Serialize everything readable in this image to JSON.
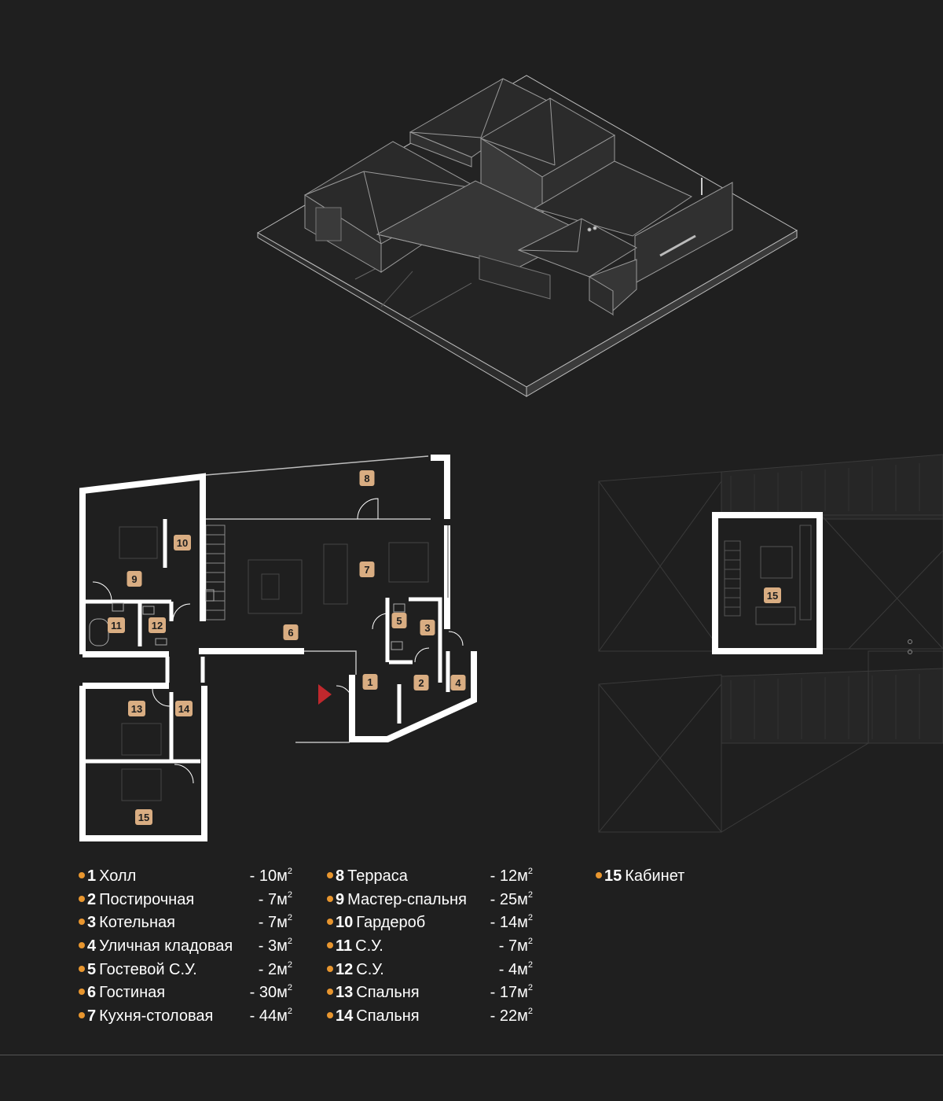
{
  "colors": {
    "background": "#1f1f1f",
    "accent_dot": "#e8962f",
    "badge": "#d9ad82",
    "wall": "#ffffff",
    "entrance_arrow": "#c0282d"
  },
  "rooms": [
    {
      "num": "1",
      "name": "Холл",
      "area": "- 10м",
      "sup": "2"
    },
    {
      "num": "2",
      "name": "Постирочная",
      "area": "- 7м",
      "sup": "2"
    },
    {
      "num": "3",
      "name": "Котельная",
      "area": "- 7м",
      "sup": "2"
    },
    {
      "num": "4",
      "name": "Уличная кладовая",
      "area": "- 3м",
      "sup": "2"
    },
    {
      "num": "5",
      "name": "Гостевой С.У.",
      "area": "- 2м",
      "sup": "2"
    },
    {
      "num": "6",
      "name": "Гостиная",
      "area": "- 30м",
      "sup": "2"
    },
    {
      "num": "7",
      "name": "Кухня-столовая",
      "area": "- 44м",
      "sup": "2"
    },
    {
      "num": "8",
      "name": "Терраса",
      "area": "- 12м",
      "sup": "2"
    },
    {
      "num": "9",
      "name": "Мастер-спальня",
      "area": "- 25м",
      "sup": "2"
    },
    {
      "num": "10",
      "name": "Гардероб",
      "area": "- 14м",
      "sup": "2"
    },
    {
      "num": "11",
      "name": "С.У.",
      "area": "- 7м",
      "sup": "2"
    },
    {
      "num": "12",
      "name": "С.У.",
      "area": "- 4м",
      "sup": "2"
    },
    {
      "num": "13",
      "name": "Спальня",
      "area": "- 17м",
      "sup": "2"
    },
    {
      "num": "14",
      "name": "Спальня",
      "area": "- 22м",
      "sup": "2"
    },
    {
      "num": "15",
      "name": "Кабинет",
      "area": "",
      "sup": ""
    }
  ],
  "legend_columns": [
    [
      0,
      1,
      2,
      3,
      4,
      5,
      6
    ],
    [
      7,
      8,
      9,
      10,
      11,
      12,
      13
    ],
    [
      14
    ]
  ]
}
